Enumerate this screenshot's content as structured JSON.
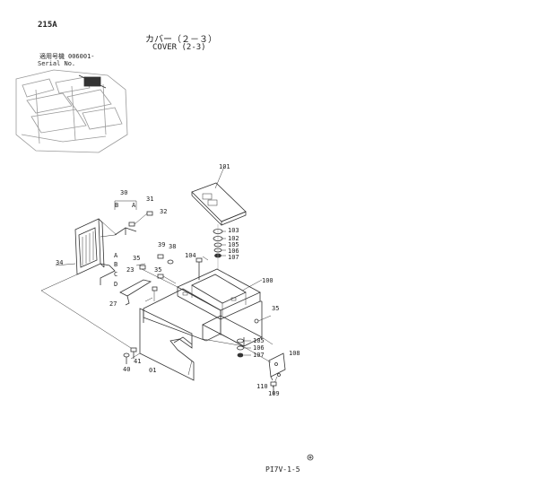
{
  "header": {
    "model": "215A",
    "title_jp": "カバー（２－３）",
    "title_en": "COVER (2-3)",
    "serial_jp": "適用号機",
    "serial_value": "006001-",
    "serial_en": "Serial No."
  },
  "callouts": {
    "c101": "101",
    "c30": "30",
    "c31": "31",
    "c32": "32",
    "cB_top": "B",
    "cA_top": "A",
    "c103": "103",
    "c102": "102",
    "c105a": "105",
    "c106a": "106",
    "c107a": "107",
    "c39": "39",
    "c38": "38",
    "c104": "104",
    "c34": "34",
    "cA": "A",
    "cB": "B",
    "cC": "C",
    "cD": "D",
    "c23": "23",
    "c35a": "35",
    "c35b": "35",
    "c35c": "35",
    "c27": "27",
    "c100": "100",
    "c105b": "105",
    "c106b": "106",
    "c107b": "107",
    "c108": "108",
    "c110": "110",
    "c109": "109",
    "c41": "41",
    "c40": "40",
    "c01": "01"
  },
  "footer": {
    "page_code": "PI7V-1-5"
  }
}
